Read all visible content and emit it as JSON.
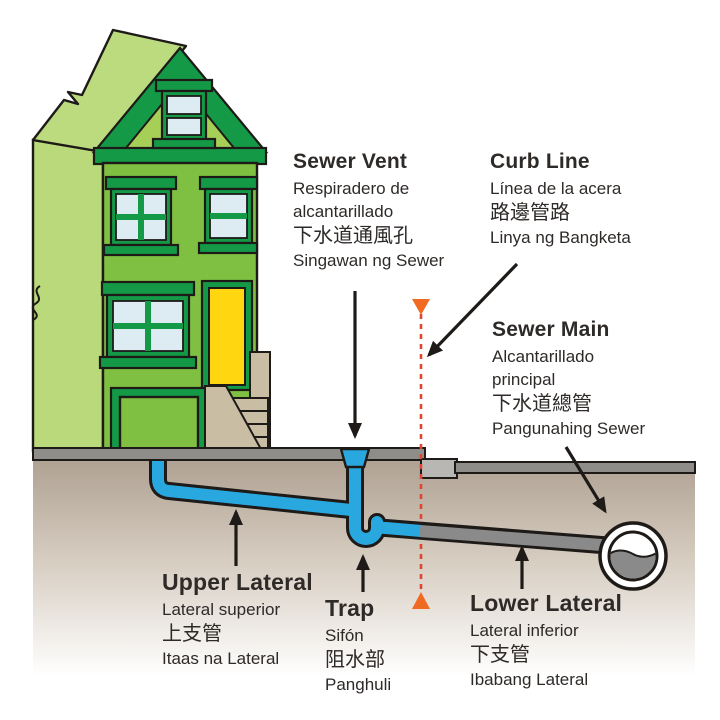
{
  "colors": {
    "outline": "#1d1a18",
    "text": "#2e2a28",
    "house_facade": "#7fc043",
    "house_side": "#b9d97b",
    "roof": "#bcdb7f",
    "gable_face": "#a6cf58",
    "trim_green": "#149a47",
    "window_pane": "#ddecf3",
    "door_yellow": "#ffd60f",
    "stairs_tan": "#c9bea4",
    "pipe_blue": "#29a8e0",
    "pipe_gray": "#8a8a8a",
    "street_gray": "#8e8d8a",
    "curb_stone_gray": "#b9b7b3",
    "ground_top": "#ad9f90",
    "ground_mid": "#d6ccc0",
    "ground_bottom": "#ffffff",
    "curb_dash_red": "#e2452f",
    "marker_orange": "#f16a21",
    "sewage_gray": "#8a8a8a"
  },
  "labels": {
    "sewer_vent": {
      "title": "Sewer Vent",
      "es": "Respiradero de alcantarillado",
      "zh": "下水道通風孔",
      "tl": "Singawan ng Sewer"
    },
    "curb_line": {
      "title": "Curb Line",
      "es": "Línea de la acera",
      "zh": "路邊管路",
      "tl": "Linya ng Bangketa"
    },
    "sewer_main": {
      "title": "Sewer Main",
      "es": "Alcantarillado principal",
      "zh": "下水道總管",
      "tl": "Pangunahing Sewer"
    },
    "upper_lateral": {
      "title": "Upper Lateral",
      "es": "Lateral superior",
      "zh": "上支管",
      "tl": "Itaas na Lateral"
    },
    "trap": {
      "title": "Trap",
      "es": "Sifón",
      "zh": "阻水部",
      "tl": "Panghuli"
    },
    "lower_lateral": {
      "title": "Lower Lateral",
      "es": "Lateral inferior",
      "zh": "下支管",
      "tl": "Ibabang Lateral"
    }
  }
}
